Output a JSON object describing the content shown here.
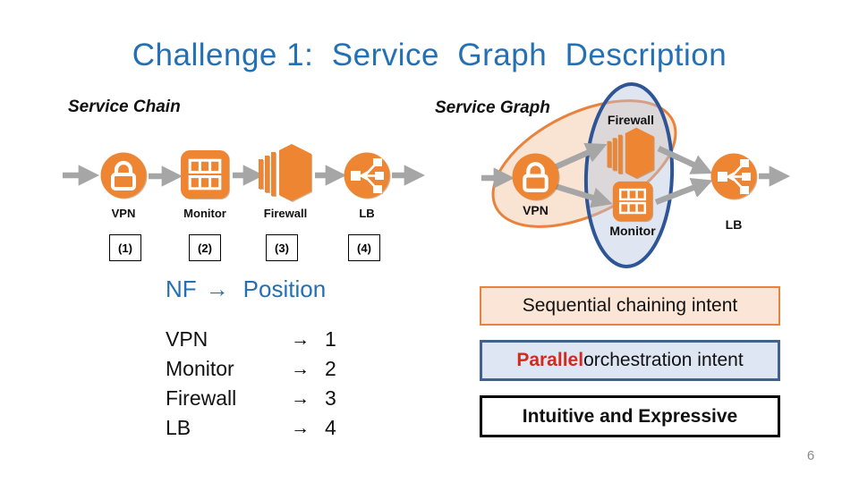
{
  "slide": {
    "title": "Challenge 1:  Service  Graph  Description",
    "page_number": "6"
  },
  "service_chain": {
    "heading": "Service Chain",
    "nodes": [
      {
        "label": "VPN",
        "position": "(1)",
        "icon": "vpn-lock-icon"
      },
      {
        "label": "Monitor",
        "position": "(2)",
        "icon": "monitor-grid-icon"
      },
      {
        "label": "Firewall",
        "position": "(3)",
        "icon": "firewall-icon"
      },
      {
        "label": "LB",
        "position": "(4)",
        "icon": "load-balancer-icon"
      }
    ]
  },
  "service_graph": {
    "heading": "Service Graph",
    "nodes": [
      {
        "label": "VPN"
      },
      {
        "label": "Firewall"
      },
      {
        "label": "Monitor"
      },
      {
        "label": "LB"
      }
    ]
  },
  "nf_mapping": {
    "header_nf": "NF",
    "header_position": "Position",
    "arrow_glyph": "→",
    "rows": [
      {
        "nf": "VPN",
        "position": "1"
      },
      {
        "nf": "Monitor",
        "position": "2"
      },
      {
        "nf": "Firewall",
        "position": "3"
      },
      {
        "nf": "LB",
        "position": "4"
      }
    ]
  },
  "callouts": {
    "sequential_label": "Sequential chaining intent",
    "parallel_highlight": "Parallel",
    "parallel_rest": " orchestration intent",
    "expressive_label": "Intuitive and Expressive"
  },
  "colors": {
    "title_blue": "#2470B4",
    "icon_orange": "#ED8532",
    "arrow_gray": "#A6A6A6",
    "sequential_fill": "#FBE5D6",
    "sequential_border": "#E8823D",
    "parallel_fill": "#DEE6F4",
    "parallel_border": "#44608C",
    "parallel_red": "#D42A1E",
    "ellipse_orange_stroke": "#E8823D",
    "ellipse_blue_stroke": "#2E5696"
  }
}
